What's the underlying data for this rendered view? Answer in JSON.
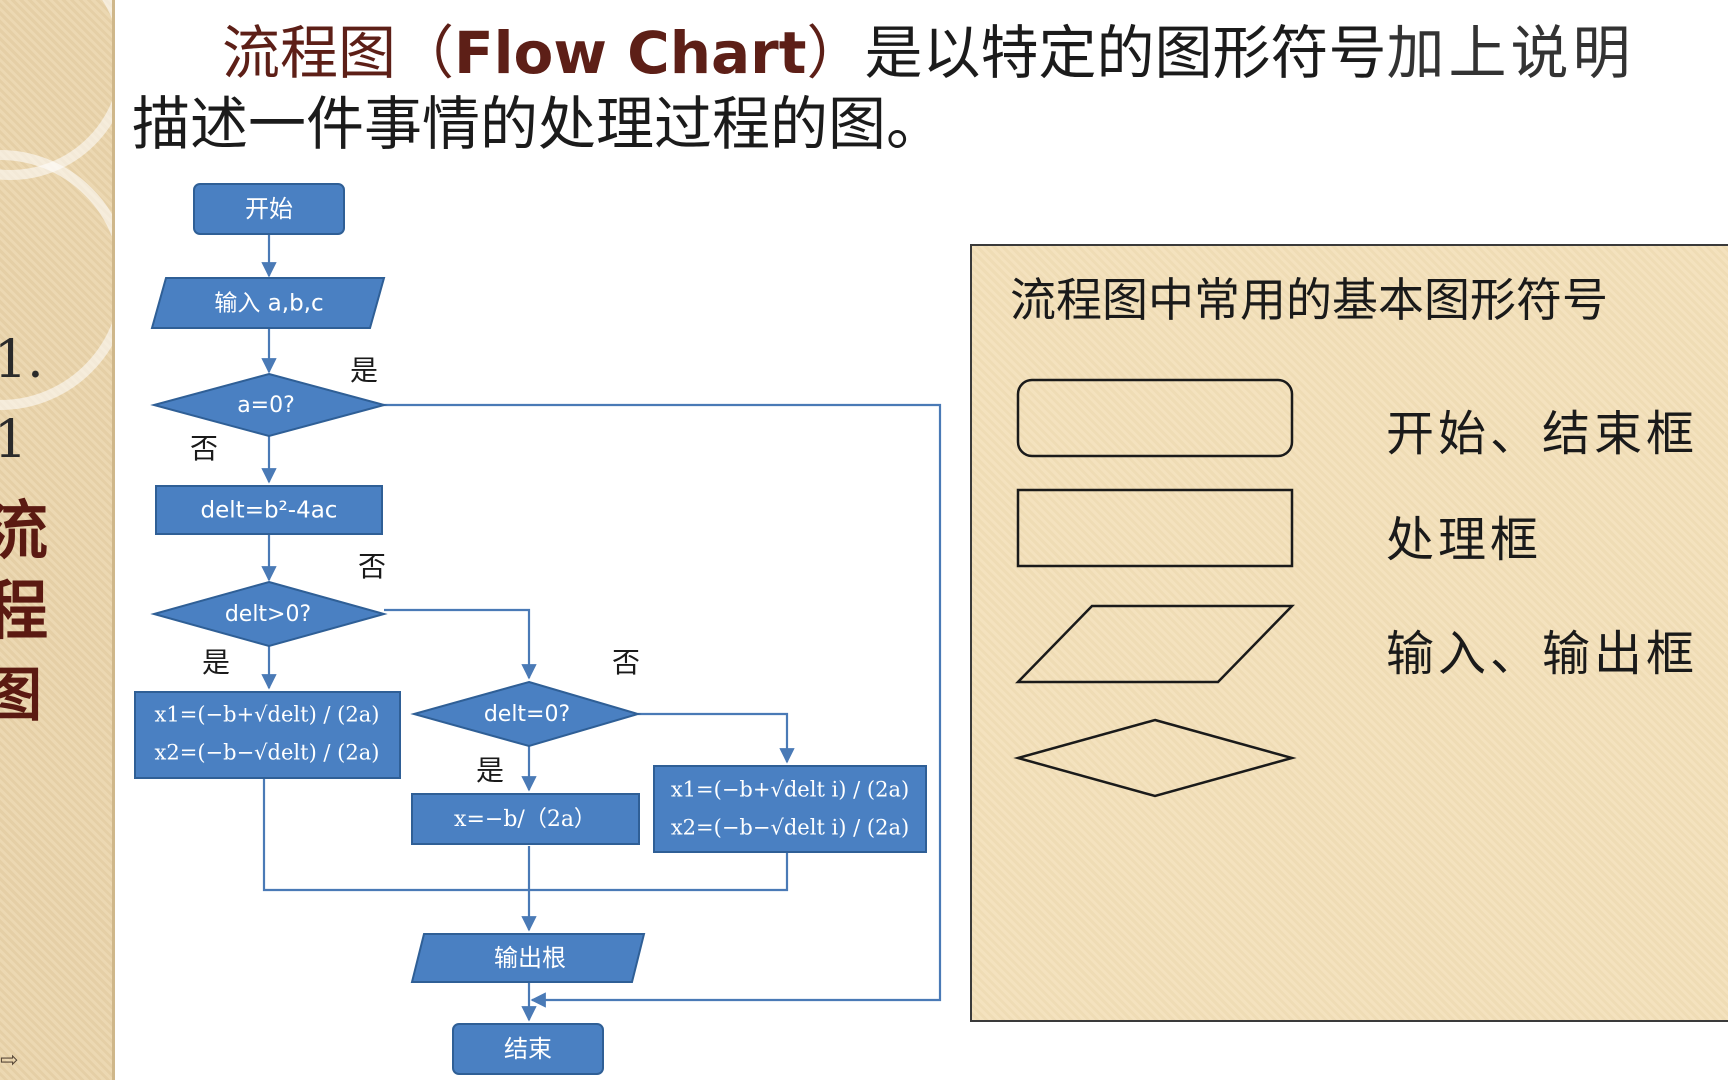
{
  "sidebar": {
    "number_1": "1.",
    "number_2": "1",
    "title_chars": [
      "流",
      "程",
      "图"
    ],
    "nav_glyph": "⇨"
  },
  "heading": {
    "part1": "流程图（",
    "part2": "Flow Chart",
    "part3": "）",
    "part4": "是以特定的图形符号",
    "part5": "加上说明",
    "line2": "描述一件事情的处理过程的图。"
  },
  "flowchart": {
    "start": "开始",
    "input": "输入 a,b,c",
    "decision_a": "a=0?",
    "calc_delt": "delt=b²-4ac",
    "decision_delt_gt": "delt>0?",
    "decision_delt_eq": "delt=0?",
    "real_root_1": "x1=(−b+√delt) / (2a)",
    "real_root_2": "x2=(−b−√delt) / (2a)",
    "single_root": "x=−b/（2a）",
    "complex_root_1": "x1=(−b+√delt i) / (2a)",
    "complex_root_2": "x2=(−b−√delt i) / (2a)",
    "output": "输出根",
    "end": "结束",
    "label_yes_a": "是",
    "label_no_a": "否",
    "label_no_gt": "否",
    "label_yes_gt": "是",
    "label_no_eq": "否",
    "label_yes_eq": "是",
    "colors": {
      "fill": "#4a80c2",
      "stroke": "#2f5f96",
      "line": "#4a7ab6",
      "text": "#ffffff"
    }
  },
  "legend": {
    "title": "流程图中常用的基本图形符号",
    "items": [
      {
        "shape": "rounded-rect",
        "label": "开始、结束框"
      },
      {
        "shape": "rect",
        "label": "处理框"
      },
      {
        "shape": "parallelogram",
        "label": "输入、输出框"
      },
      {
        "shape": "diamond",
        "label": ""
      }
    ]
  }
}
